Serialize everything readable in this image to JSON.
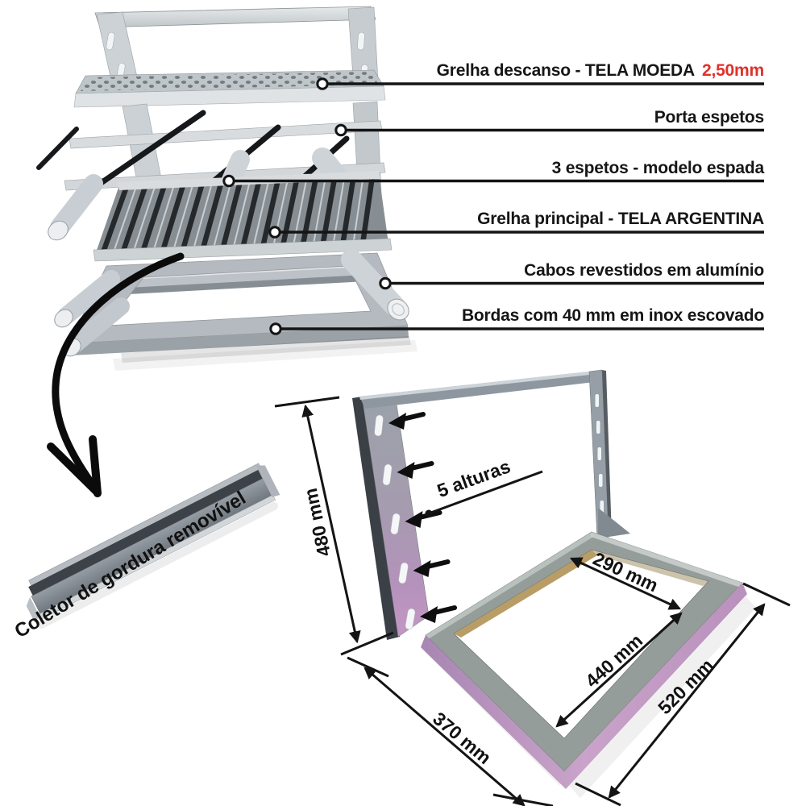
{
  "callout_labels": {
    "grelha_descanso": {
      "text": "Grelha descanso - TELA MOEDA",
      "value": "2,50mm"
    },
    "porta_espetos": {
      "text": "Porta espetos"
    },
    "espetos": {
      "text": "3 espetos - modelo espada"
    },
    "grelha_principal": {
      "text": "Grelha principal - TELA ARGENTINA"
    },
    "cabos": {
      "text": "Cabos revestidos em alumínio"
    },
    "bordas": {
      "text": "Bordas com 40 mm em inox escovado"
    }
  },
  "grease_collector": {
    "label": "Coletor de gordura removível"
  },
  "dimensions": {
    "height": "480 mm",
    "levels": "5 alturas",
    "inner_width": "290 mm",
    "inner_depth": "440 mm",
    "right_edge": "520 mm",
    "front_edge": "370 mm"
  },
  "colors": {
    "highlight_red": "#e0312b",
    "annotation_black": "#141414"
  }
}
